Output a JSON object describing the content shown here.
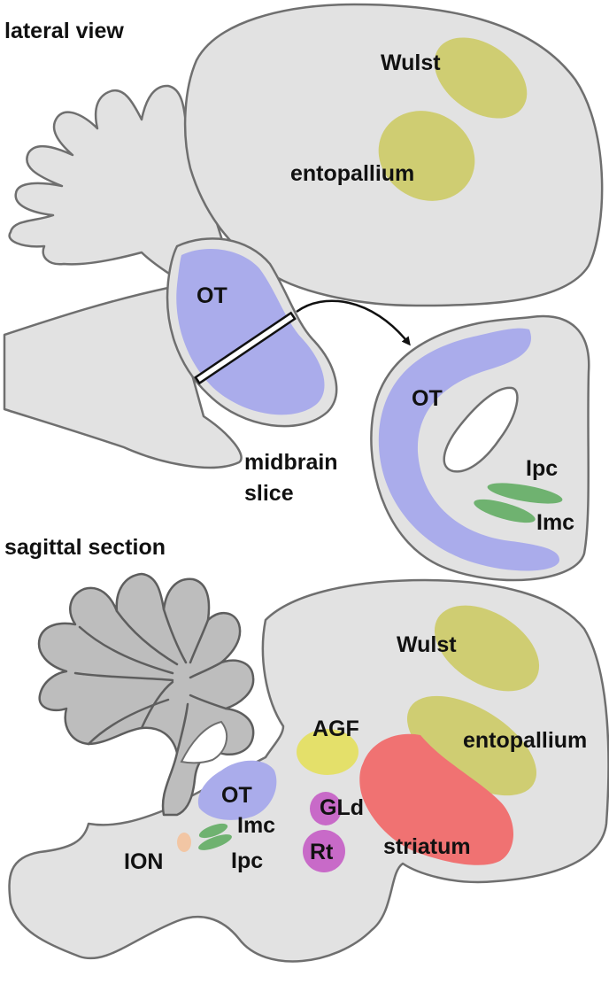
{
  "colors": {
    "outline_fill": "#e2e2e2",
    "cerebellum_fill": "#bdbdbd",
    "tectum": "#aaaceb",
    "wulst_entopallium": "#cfcd72",
    "isthmic_nuclei": "#6fb270",
    "agf": "#e4e06a",
    "striatum": "#f07272",
    "thalamic_nuclei": "#c86ac8",
    "ion": "#f2c6a4"
  },
  "top": {
    "heading": "lateral view",
    "labels": {
      "wulst": "Wulst",
      "entopallium": "entopallium",
      "ot": "OT",
      "slice_line1": "midbrain",
      "slice_line2": "slice"
    },
    "slice": {
      "ot": "OT",
      "ipc": "Ipc",
      "imc": "Imc"
    }
  },
  "bottom": {
    "heading": "sagittal section",
    "labels": {
      "wulst": "Wulst",
      "agf": "AGF",
      "entopallium": "entopallium",
      "ot": "OT",
      "gld": "GLd",
      "imc": "Imc",
      "ion": "ION",
      "ipc": "Ipc",
      "rt": "Rt",
      "striatum": "striatum"
    }
  }
}
